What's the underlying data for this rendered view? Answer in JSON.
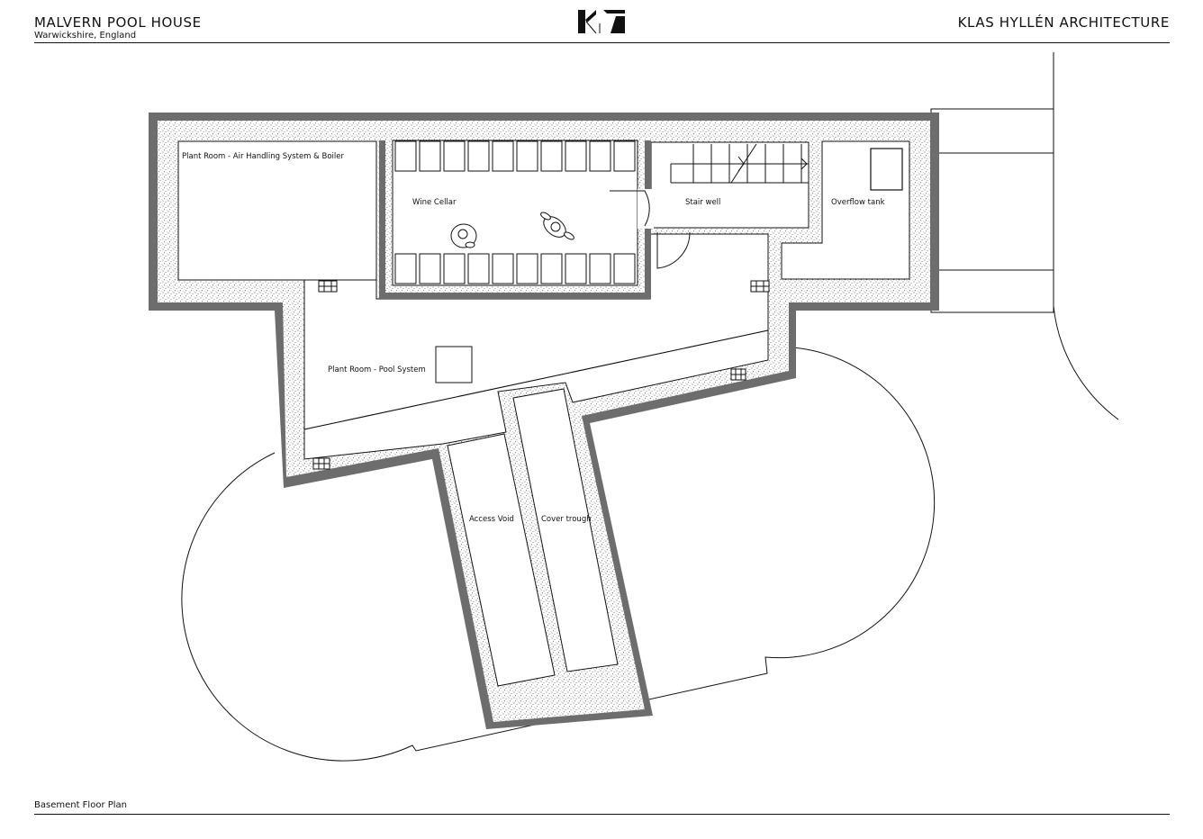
{
  "header": {
    "project_title": "MALVERN POOL HOUSE",
    "location": "Warwickshire, England",
    "firm_name": "KLAS HYLLÉN ARCHITECTURE",
    "logo_icon": "klas-hyllen-logo-icon"
  },
  "footer": {
    "sheet_title": "Basement Floor Plan"
  },
  "rooms": {
    "plant_room_air": "Plant Room - Air Handling System & Boiler",
    "wine_cellar": "Wine Cellar",
    "stair_well": "Stair well",
    "overflow_tank": "Overflow tank",
    "plant_room_pool": "Plant Room - Pool System",
    "access_void": "Access Void",
    "cover_trough": "Cover trough"
  },
  "colors": {
    "wall_dark": "#6d6d6d",
    "line": "#111111",
    "fill_bg": "#ffffff"
  }
}
